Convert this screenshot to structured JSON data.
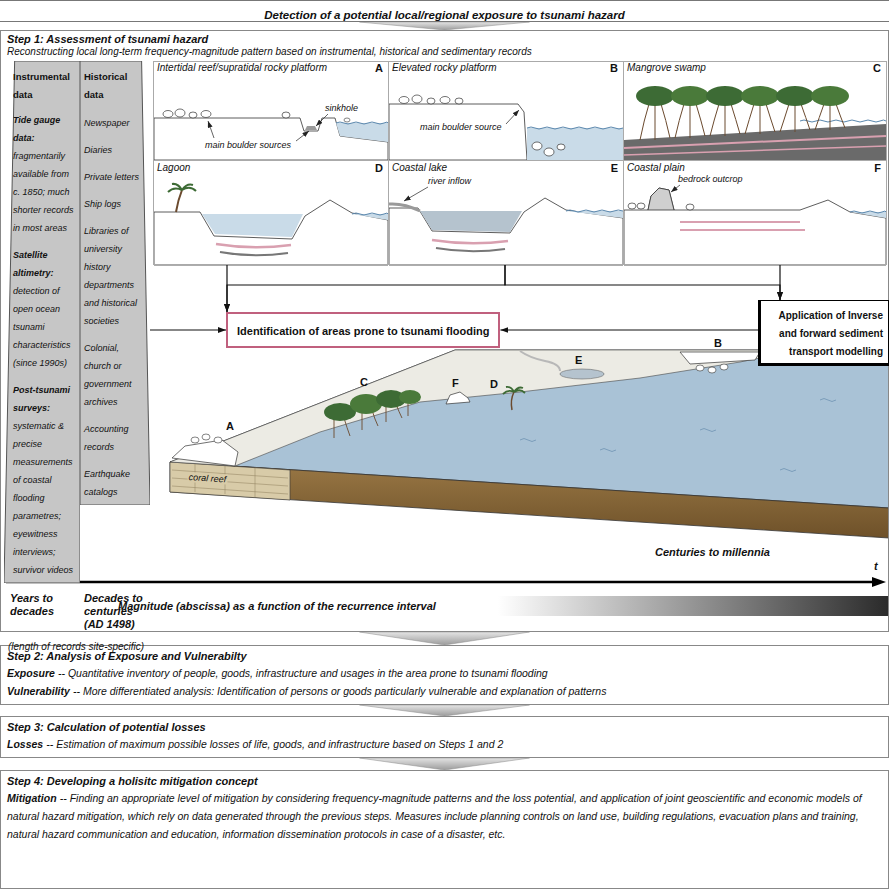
{
  "diagram": {
    "nodes": [
      {
        "text": [
          "Detection of a potential local/regional exposure to tsunami hazard"
        ]
      },
      {
        "text": [
          "Step 1: Assessment of tsunami hazard",
          "Reconstructing local long-term frequency-magnitude pattern based on instrumental, historical and sedimentary records"
        ]
      },
      {
        "text": [
          "Instrumental data",
          "Tide gauge data:",
          "fragmentarily available from c. 1850; much shorter records in most areas",
          "Satellite altimetry:",
          "detection of open ocean tsunami characteristics (since 1990s)",
          "Post-tsunami surveys:",
          "systematic & precise measurements of coastal flooding parametres; eyewitness interviews; survivor videos"
        ],
        "in": 1
      },
      {
        "text": [
          "Historical data",
          "Newspaper",
          "Diaries",
          "Private letters",
          "Ship logs",
          "Libraries of university history departments and historical societies",
          "Colonial, church or government archives",
          "Accounting records",
          "Earthquake catalogs"
        ],
        "in": 1
      },
      {
        "text": [
          "Intertidal reef/supratidal rocky platform",
          "A",
          "sinkhole",
          "main boulder sources"
        ],
        "in": 1
      },
      {
        "text": [
          "Elevated rocky platform",
          "B",
          "main boulder source"
        ],
        "in": 1
      },
      {
        "text": [
          "Mangrove swamp",
          "C"
        ],
        "in": 1
      },
      {
        "text": [
          "Lagoon",
          "D"
        ],
        "in": 1
      },
      {
        "text": [
          "Coastal lake",
          "E",
          "river inflow"
        ],
        "in": 1
      },
      {
        "text": [
          "Coastal plain",
          "F",
          "bedrock outcrop"
        ],
        "in": 1
      },
      {
        "text": [
          "Identification of areas prone to tsunami flooding"
        ],
        "in": 1
      },
      {
        "text": [
          "Application of Inverse and forward sediment transport modelling"
        ],
        "in": 1
      },
      {
        "text": [
          "Step 2: Analysis of Exposure and Vulnerabilty",
          "Exposure",
          "-- Quantitative inventory of people, goods, infrastructure and usages in the area prone to tsunami flooding",
          "Vulnerability",
          "-- More differentiated analysis: Identification of persons or goods particularly vulnerable and explanation of patterns"
        ]
      },
      {
        "text": [
          "Step 3: Calculation of potential losses",
          "Losses",
          "-- Estimation of maximum possible losses of life, goods, and infrastructure based on Steps 1 and 2"
        ]
      },
      {
        "text": [
          "Step 4: Developing a holisitc mitigation concept",
          "Mitigation",
          "-- Finding an appropriate level of mitigation by considering frequency-magnitude patterns and the loss potential, and application of joint geoscientific and economic models of natural hazard mitigation, which rely on data generated through the previous steps. Measures include planning controls on land use, building regulations, evacuation plans and training, natural hazard communication and education, information dissemination protocols in case of a disaster, etc."
        ]
      }
    ],
    "edges": [
      {
        "from": 0,
        "to": 1,
        "arrow": "to"
      },
      {
        "from": 1,
        "to": 12,
        "arrow": "to"
      },
      {
        "from": 12,
        "to": 13,
        "arrow": "to"
      },
      {
        "from": 13,
        "to": 14,
        "arrow": "to"
      },
      {
        "from": 3,
        "to": 10,
        "arrow": "to"
      },
      {
        "from": 7,
        "to": 10,
        "arrow": "to"
      },
      {
        "from": 8,
        "to": 10,
        "arrow": "to"
      },
      {
        "from": 8,
        "to": 11,
        "arrow": "to"
      },
      {
        "from": 9,
        "to": 11,
        "arrow": "to"
      },
      {
        "from": 11,
        "to": 10,
        "arrow": "to"
      }
    ],
    "labels": [
      "Years to decades",
      "Decades to centuries (AD 1498)",
      "(length of records site-specific)",
      "A",
      "C",
      "F",
      "D",
      "E",
      "B",
      "coral reef",
      "Centuries to millennia",
      "t",
      "Magnitude (abscissa) as a function of the recurrence interval"
    ]
  }
}
